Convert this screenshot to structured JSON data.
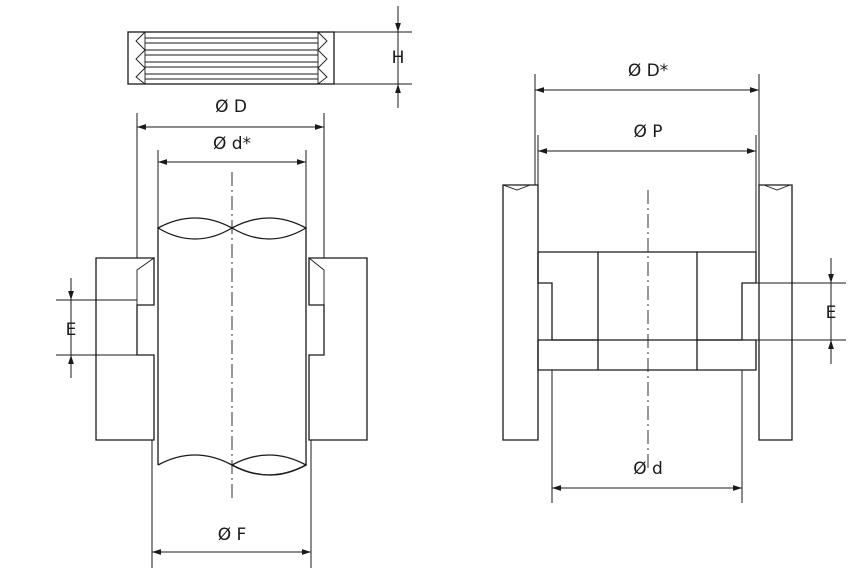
{
  "labels": {
    "H": "H",
    "D": "Ø D",
    "d_star": "Ø d*",
    "E_left": "E",
    "F": "Ø F",
    "D_star": "Ø D*",
    "P": "Ø P",
    "E_right": "E",
    "d": "Ø d"
  },
  "colors": {
    "ink": "#1a1a1a",
    "background": "#ffffff"
  }
}
